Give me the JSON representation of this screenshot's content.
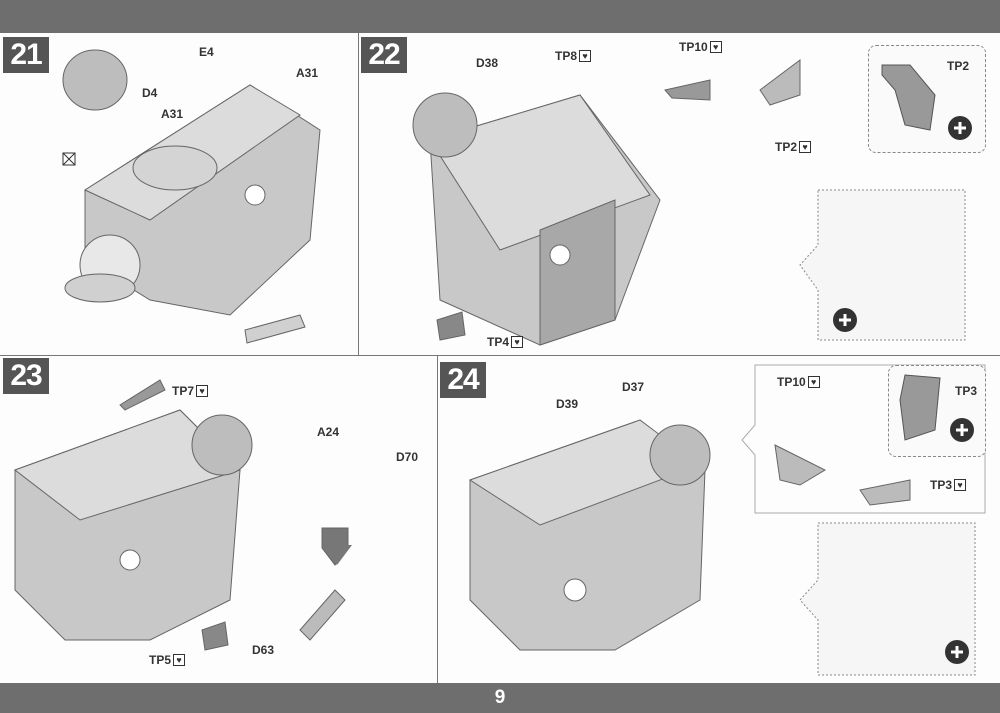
{
  "page_number": "9",
  "steps": [
    {
      "number": "21",
      "labels": [
        "E4",
        "A31",
        "D4",
        "A31"
      ]
    },
    {
      "number": "22",
      "labels": [
        "D38",
        "TP8",
        "TP10",
        "TP2",
        "TP2",
        "TP4"
      ]
    },
    {
      "number": "23",
      "labels": [
        "TP7",
        "A24",
        "D70",
        "TP5",
        "D63"
      ]
    },
    {
      "number": "24",
      "labels": [
        "D39",
        "D37",
        "TP10",
        "TP3",
        "TP3"
      ]
    }
  ],
  "icons": {
    "photo_etch": "heart-icon",
    "magnify": "magnify-plus-icon",
    "no_glue": "no-glue-icon"
  },
  "colors": {
    "bar": "#6e6e6e",
    "step_badge": "#555555",
    "part": "#c8c8c8",
    "part_dark": "#9a9a9a"
  }
}
